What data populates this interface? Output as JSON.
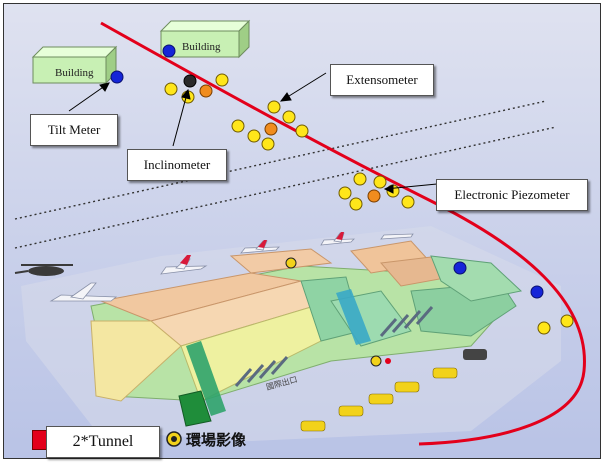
{
  "labels": {
    "building_1": "Building",
    "building_2": "Building",
    "tilt_meter": "Tilt Meter",
    "inclinometer": "Inclinometer",
    "extensometer": "Extensometer",
    "piezometer": "Electronic Piezometer",
    "legend_tunnel": "2*Tunnel",
    "legend_camera": "環場影像",
    "terminal_sign": "國際出口"
  },
  "colors": {
    "tunnel": "#e3001b",
    "tilt_meter": "#1525d8",
    "inclinometer": "#2a2a2a",
    "extensometer": "#f08c1e",
    "piezometer_sensor": "#ffe61a",
    "building": "#c8f0b4"
  },
  "icons": [
    "camera-icon",
    "helicopter-icon",
    "airplane-icon"
  ]
}
